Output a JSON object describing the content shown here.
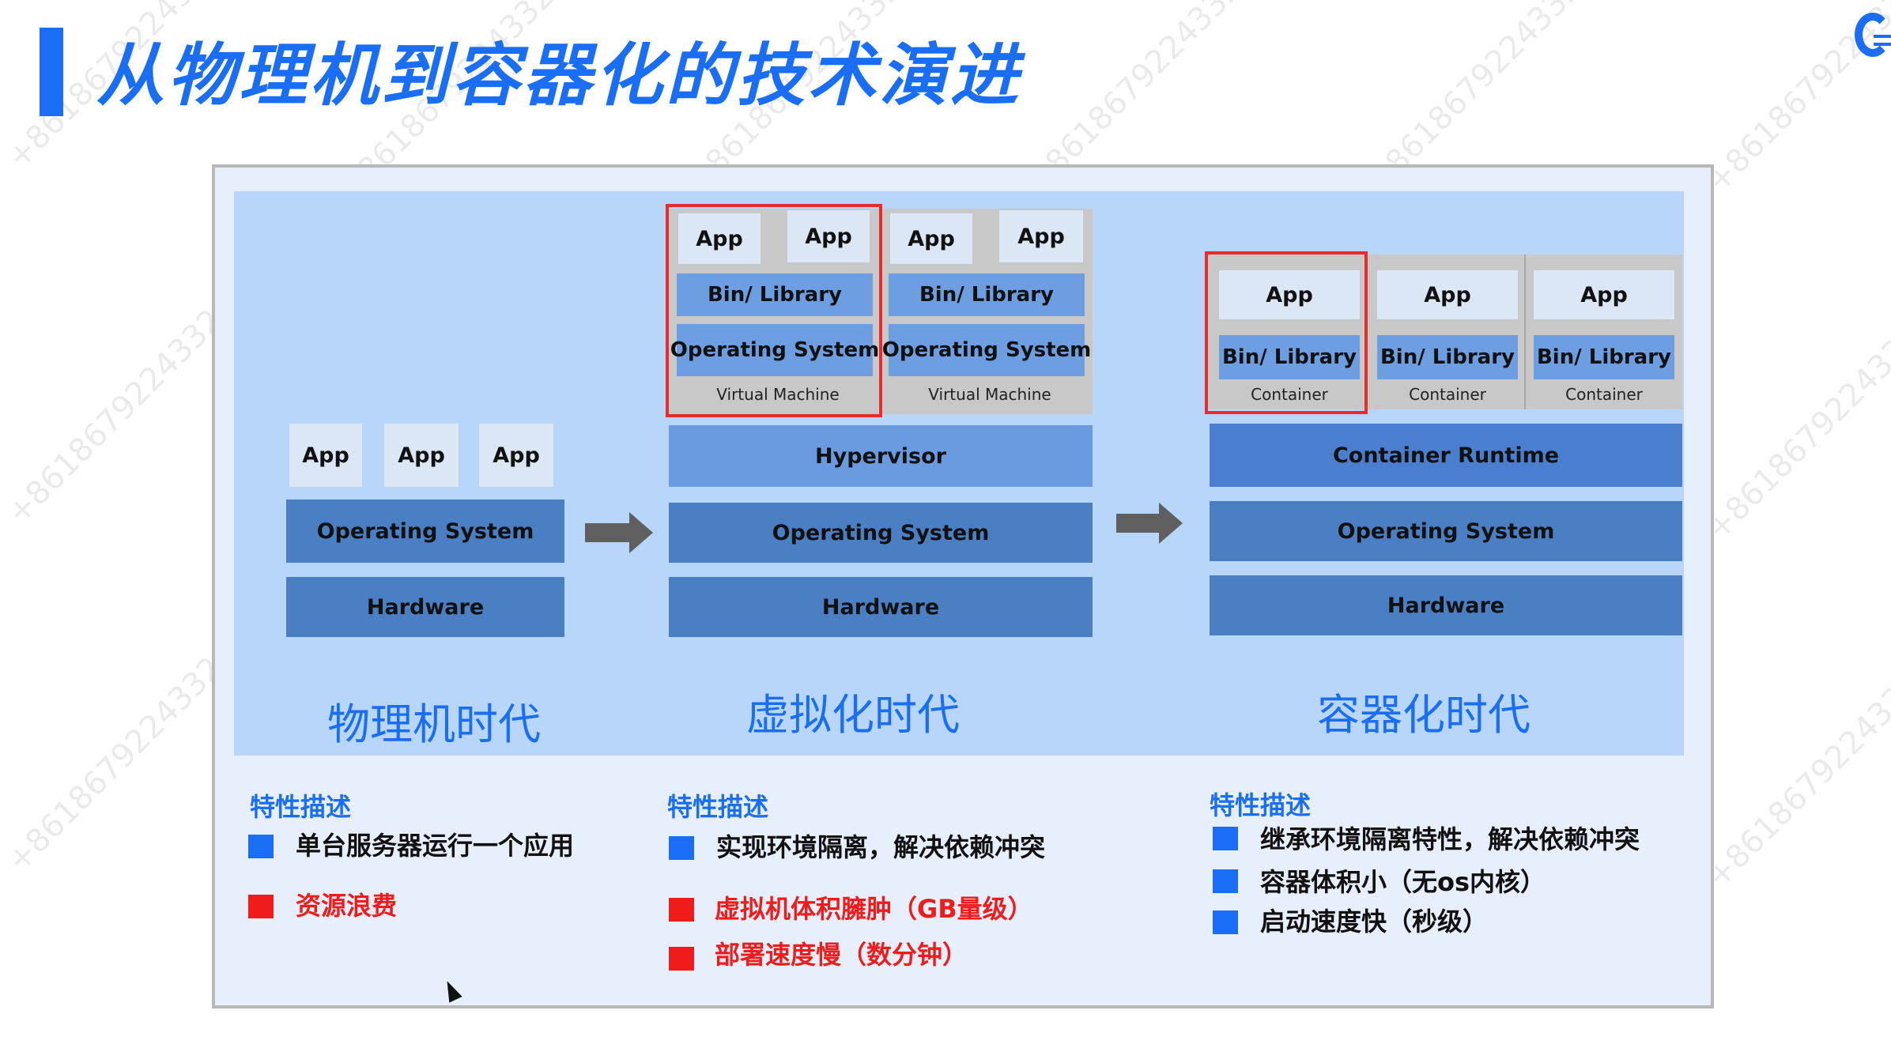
{
  "title": "从物理机到容器化的技术演进",
  "colors": {
    "accent": "#1a6ef5",
    "red": "#f01c1c",
    "diagram_bg": "#b8d5fa",
    "block_dark": "#4a7fc4"
  },
  "watermark": "+8618679224332",
  "diagram": {
    "physical": {
      "apps": [
        "App",
        "App",
        "App"
      ],
      "os": "Operating System",
      "hardware": "Hardware",
      "era_label": "物理机时代"
    },
    "virtual": {
      "vms": [
        {
          "apps": [
            "App",
            "App"
          ],
          "library": "Bin/ Library",
          "os": "Operating System",
          "label": "Virtual Machine"
        },
        {
          "apps": [
            "App",
            "App"
          ],
          "library": "Bin/ Library",
          "os": "Operating System",
          "label": "Virtual Machine"
        }
      ],
      "hypervisor": "Hypervisor",
      "os": "Operating System",
      "hardware": "Hardware",
      "era_label": "虚拟化时代"
    },
    "container": {
      "containers": [
        {
          "app": "App",
          "library": "Bin/ Library",
          "label": "Container"
        },
        {
          "app": "App",
          "library": "Bin/ Library",
          "label": "Container"
        },
        {
          "app": "App",
          "library": "Bin/ Library",
          "label": "Container"
        }
      ],
      "runtime": "Container Runtime",
      "os": "Operating System",
      "hardware": "Hardware",
      "era_label": "容器化时代"
    }
  },
  "features": {
    "physical": {
      "heading": "特性描述",
      "items": [
        {
          "text": "单台服务器运行一个应用",
          "color": "blue"
        },
        {
          "text": "资源浪费",
          "color": "red"
        }
      ]
    },
    "virtual": {
      "heading": "特性描述",
      "items": [
        {
          "text": "实现环境隔离，解决依赖冲突",
          "color": "blue"
        },
        {
          "text": "虚拟机体积臃肿（GB量级）",
          "color": "red"
        },
        {
          "text": "部署速度慢（数分钟）",
          "color": "red"
        }
      ]
    },
    "container": {
      "heading": "特性描述",
      "items": [
        {
          "text": "继承环境隔离特性，解决依赖冲突",
          "color": "blue"
        },
        {
          "text": "容器体积小（无os内核）",
          "color": "blue"
        },
        {
          "text": "启动速度快（秒级）",
          "color": "blue"
        }
      ]
    }
  }
}
